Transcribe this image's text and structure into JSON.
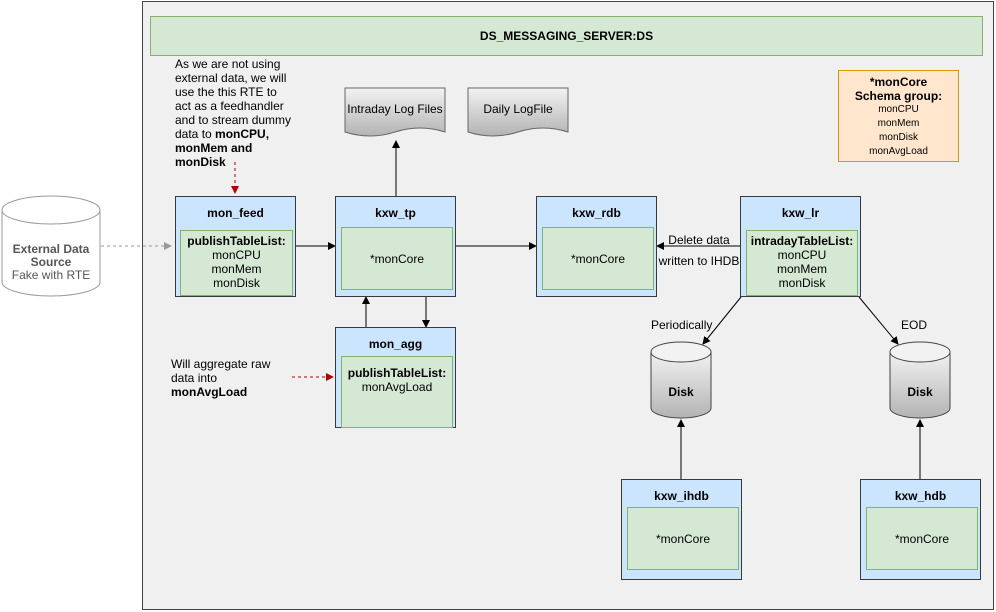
{
  "banner": "DS_MESSAGING_SERVER:DS",
  "schema": {
    "line1": "*monCore",
    "line2": "Schema group:",
    "tables": [
      "monCPU",
      "monMem",
      "monDisk",
      "monAvgLoad"
    ]
  },
  "feed_note": {
    "line1": "As we are not using",
    "line2": "external data, we will",
    "line3": "use the this RTE to",
    "line4": "act as a feedhandler",
    "line5": "and to stream dummy",
    "line6_prefix": "data to ",
    "line6_bold": "monCPU,",
    "line7": "monMem and",
    "line8": "monDisk"
  },
  "agg_note": {
    "line1": "Will aggregate raw",
    "line2": "data into",
    "line3": "monAvgLoad"
  },
  "external": {
    "line1": "External Data",
    "line2": "Source",
    "line3": "Fake with RTE"
  },
  "docs": {
    "intraday": "Intraday Log Files",
    "daily": "Daily LogFile"
  },
  "services": {
    "mon_feed": {
      "title": "mon_feed",
      "header": "publishTableList:",
      "items": [
        "monCPU",
        "monMem",
        "monDisk"
      ]
    },
    "kxw_tp": {
      "title": "kxw_tp",
      "content": "*monCore"
    },
    "kxw_rdb": {
      "title": "kxw_rdb",
      "content": "*monCore"
    },
    "kxw_lr": {
      "title": "kxw_lr",
      "header": "intradayTableList:",
      "items": [
        "monCPU",
        "monMem",
        "monDisk"
      ]
    },
    "mon_agg": {
      "title": "mon_agg",
      "header": "publishTableList:",
      "items": [
        "monAvgLoad"
      ]
    },
    "kxw_ihdb": {
      "title": "kxw_ihdb",
      "content": "*monCore"
    },
    "kxw_hdb": {
      "title": "kxw_hdb",
      "content": "*monCore"
    }
  },
  "edge_labels": {
    "delete_line1": "Delete data",
    "delete_line2": "written to IHDB",
    "periodically": "Periodically",
    "eod": "EOD"
  },
  "disks": {
    "ihdb": "Disk",
    "hdb": "Disk"
  }
}
